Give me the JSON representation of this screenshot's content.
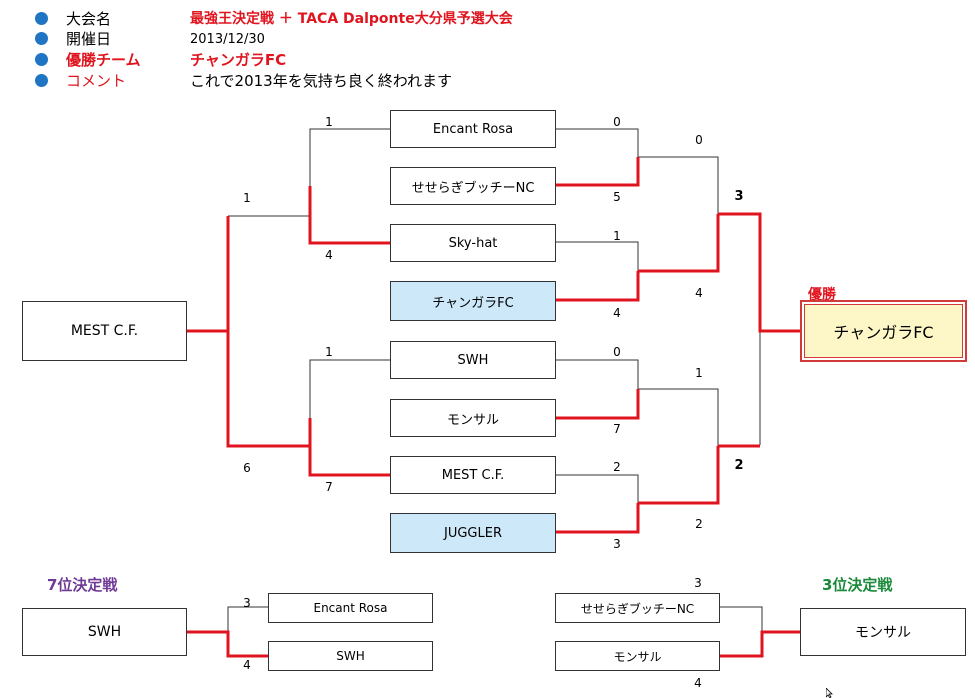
{
  "header": {
    "rows": [
      {
        "label": "大会名",
        "value": "最強王決定戦 ＋ TACA Dalponte大分県予選大会"
      },
      {
        "label": "開催日",
        "value": "2013/12/30"
      },
      {
        "label": "優勝チーム",
        "value": "チャンガラFC"
      },
      {
        "label": "コメント",
        "value": "これで2013年を気持ち良く終われます"
      }
    ]
  },
  "main": {
    "teams": [
      "Encant Rosa",
      "せせらぎブッチーNC",
      "Sky-hat",
      "チャンガラFC",
      "SWH",
      "モンサル",
      "MEST C.F.",
      "JUGGLER"
    ],
    "seed_team": "MEST C.F.",
    "champion_label": "優勝",
    "champion": "チャンガラFC",
    "scores": {
      "r1": [
        "0",
        "5",
        "1",
        "4",
        "0",
        "7",
        "2",
        "3"
      ],
      "r2": [
        "1",
        "4",
        "1",
        "7"
      ],
      "qf": [
        "1",
        "6"
      ],
      "sf": [
        "0",
        "4",
        "1",
        "2"
      ],
      "final": [
        "3",
        "2"
      ]
    }
  },
  "seventh": {
    "title": "7位決定戦",
    "teams": [
      "Encant Rosa",
      "SWH"
    ],
    "scores": [
      "3",
      "4"
    ],
    "winner": "SWH"
  },
  "third": {
    "title": "3位決定戦",
    "teams": [
      "せせらぎブッチーNC",
      "モンサル"
    ],
    "scores": [
      "3",
      "4"
    ],
    "winner": "モンサル"
  },
  "colors": {
    "winner_line": "#e0141e",
    "bullet": "#1f74c4",
    "highlight_box": "#cde9f9",
    "champion_box": "#fdf7c8",
    "seventh_title": "#6f3b96",
    "third_title": "#1a8a3a"
  }
}
